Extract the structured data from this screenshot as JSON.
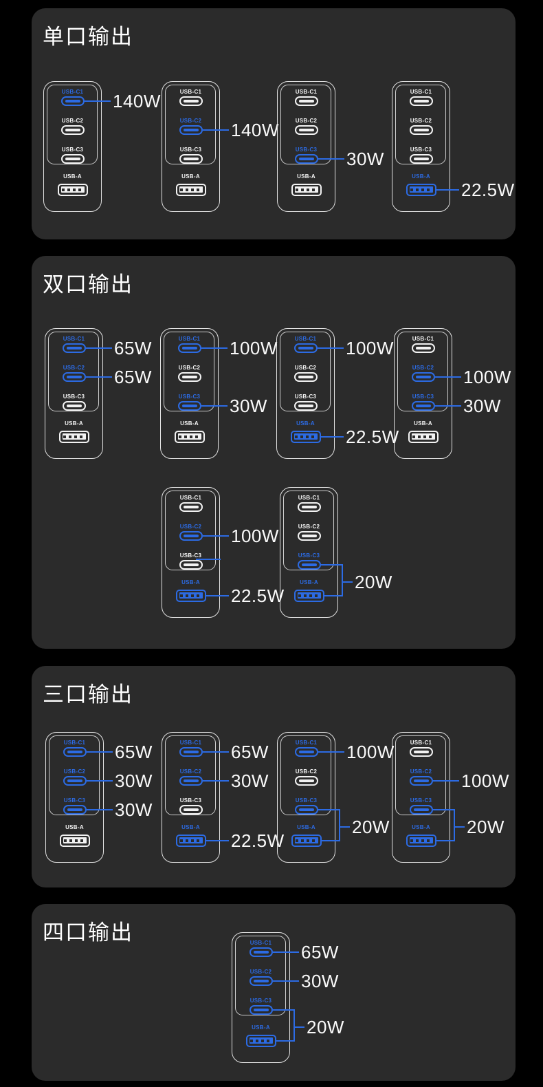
{
  "page": {
    "colors": {
      "background": "#000000",
      "panel": "#2b2b2b",
      "accent": "#2c6be4",
      "port_inactive": "#f2f2f2",
      "watt_text": "#fafafa",
      "outline": "#e3e3e3"
    }
  },
  "port_labels": {
    "c1": "USB-C1",
    "c2": "USB-C2",
    "c3": "USB-C3",
    "a": "USB-A"
  },
  "sections": [
    {
      "title": "单口输出",
      "chargers": [
        {
          "ports": [
            {
              "id": "c1",
              "active": true,
              "watt": "140W"
            },
            {
              "id": "c2",
              "active": false
            },
            {
              "id": "c3",
              "active": false
            },
            {
              "id": "a",
              "active": false
            }
          ]
        },
        {
          "ports": [
            {
              "id": "c1",
              "active": false
            },
            {
              "id": "c2",
              "active": true,
              "watt": "140W"
            },
            {
              "id": "c3",
              "active": false
            },
            {
              "id": "a",
              "active": false
            }
          ]
        },
        {
          "ports": [
            {
              "id": "c1",
              "active": false
            },
            {
              "id": "c2",
              "active": false
            },
            {
              "id": "c3",
              "active": true,
              "watt": "30W"
            },
            {
              "id": "a",
              "active": false
            }
          ]
        },
        {
          "ports": [
            {
              "id": "c1",
              "active": false
            },
            {
              "id": "c2",
              "active": false
            },
            {
              "id": "c3",
              "active": false
            },
            {
              "id": "a",
              "active": true,
              "watt": "22.5W"
            }
          ]
        }
      ]
    },
    {
      "title": "双口输出",
      "chargers": [
        {
          "ports": [
            {
              "id": "c1",
              "active": true,
              "watt": "65W"
            },
            {
              "id": "c2",
              "active": true,
              "watt": "65W"
            },
            {
              "id": "c3",
              "active": false
            },
            {
              "id": "a",
              "active": false
            }
          ]
        },
        {
          "ports": [
            {
              "id": "c1",
              "active": true,
              "watt": "100W"
            },
            {
              "id": "c2",
              "active": false
            },
            {
              "id": "c3",
              "active": true,
              "watt": "30W"
            },
            {
              "id": "a",
              "active": false
            }
          ]
        },
        {
          "ports": [
            {
              "id": "c1",
              "active": true,
              "watt": "100W"
            },
            {
              "id": "c2",
              "active": false
            },
            {
              "id": "c3",
              "active": false
            },
            {
              "id": "a",
              "active": true,
              "watt": "22.5W"
            }
          ]
        },
        {
          "ports": [
            {
              "id": "c1",
              "active": false
            },
            {
              "id": "c2",
              "active": true,
              "watt": "100W"
            },
            {
              "id": "c3",
              "active": true,
              "watt": "30W"
            },
            {
              "id": "a",
              "active": false
            }
          ]
        },
        {
          "artifact_line": true,
          "ports": [
            {
              "id": "c1",
              "active": false
            },
            {
              "id": "c2",
              "active": true,
              "watt": "100W"
            },
            {
              "id": "c3",
              "active": false
            },
            {
              "id": "a",
              "active": true,
              "watt": "22.5W"
            }
          ]
        },
        {
          "bracket": {
            "watt": "20W"
          },
          "ports": [
            {
              "id": "c1",
              "active": false
            },
            {
              "id": "c2",
              "active": false
            },
            {
              "id": "c3",
              "active": true
            },
            {
              "id": "a",
              "active": true
            }
          ]
        }
      ]
    },
    {
      "title": "三口输出",
      "chargers": [
        {
          "ports": [
            {
              "id": "c1",
              "active": true,
              "watt": "65W"
            },
            {
              "id": "c2",
              "active": true,
              "watt": "30W"
            },
            {
              "id": "c3",
              "active": true,
              "watt": "30W"
            },
            {
              "id": "a",
              "active": false
            }
          ]
        },
        {
          "ports": [
            {
              "id": "c1",
              "active": true,
              "watt": "65W"
            },
            {
              "id": "c2",
              "active": true,
              "watt": "30W"
            },
            {
              "id": "c3",
              "active": false
            },
            {
              "id": "a",
              "active": true,
              "watt": "22.5W"
            }
          ]
        },
        {
          "bracket": {
            "watt": "20W"
          },
          "ports": [
            {
              "id": "c1",
              "active": true,
              "watt": "100W"
            },
            {
              "id": "c2",
              "active": false
            },
            {
              "id": "c3",
              "active": true
            },
            {
              "id": "a",
              "active": true
            }
          ]
        },
        {
          "bracket": {
            "watt": "20W"
          },
          "ports": [
            {
              "id": "c1",
              "active": false
            },
            {
              "id": "c2",
              "active": true,
              "watt": "100W"
            },
            {
              "id": "c3",
              "active": true
            },
            {
              "id": "a",
              "active": true
            }
          ]
        }
      ]
    },
    {
      "title": "四口输出",
      "chargers": [
        {
          "bracket": {
            "watt": "20W"
          },
          "ports": [
            {
              "id": "c1",
              "active": true,
              "watt": "65W"
            },
            {
              "id": "c2",
              "active": true,
              "watt": "30W"
            },
            {
              "id": "c3",
              "active": true
            },
            {
              "id": "a",
              "active": true
            }
          ]
        }
      ]
    }
  ]
}
